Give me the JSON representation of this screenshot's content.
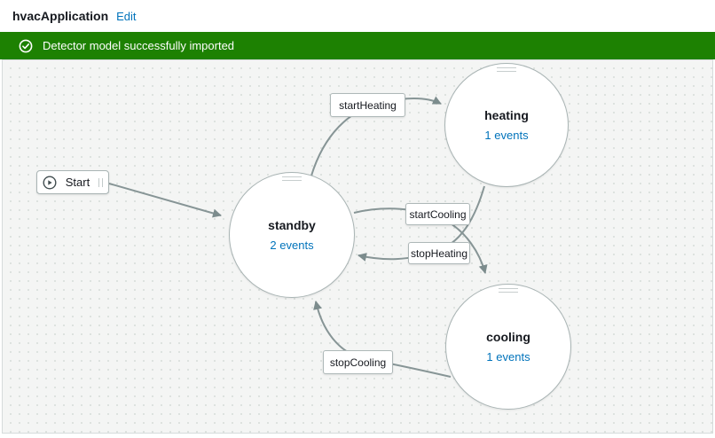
{
  "header": {
    "title": "hvacApplication",
    "edit_label": "Edit"
  },
  "banner": {
    "message": "Detector model successfully imported",
    "icon": "success-check-icon",
    "background_color": "#1d8102"
  },
  "start_node": {
    "label": "Start",
    "icon": "play-icon"
  },
  "states": [
    {
      "name": "standby",
      "events_label": "2 events"
    },
    {
      "name": "heating",
      "events_label": "1 events"
    },
    {
      "name": "cooling",
      "events_label": "1 events"
    }
  ],
  "transitions": [
    {
      "label": "startHeating",
      "from": "standby",
      "to": "heating"
    },
    {
      "label": "startCooling",
      "from": "standby",
      "to": "cooling"
    },
    {
      "label": "stopHeating",
      "from": "heating",
      "to": "standby"
    },
    {
      "label": "stopCooling",
      "from": "cooling",
      "to": "standby"
    }
  ],
  "colors": {
    "banner_green": "#1d8102",
    "link_blue": "#0073bb",
    "edge_gray": "#879596",
    "text_dark": "#16191f"
  }
}
